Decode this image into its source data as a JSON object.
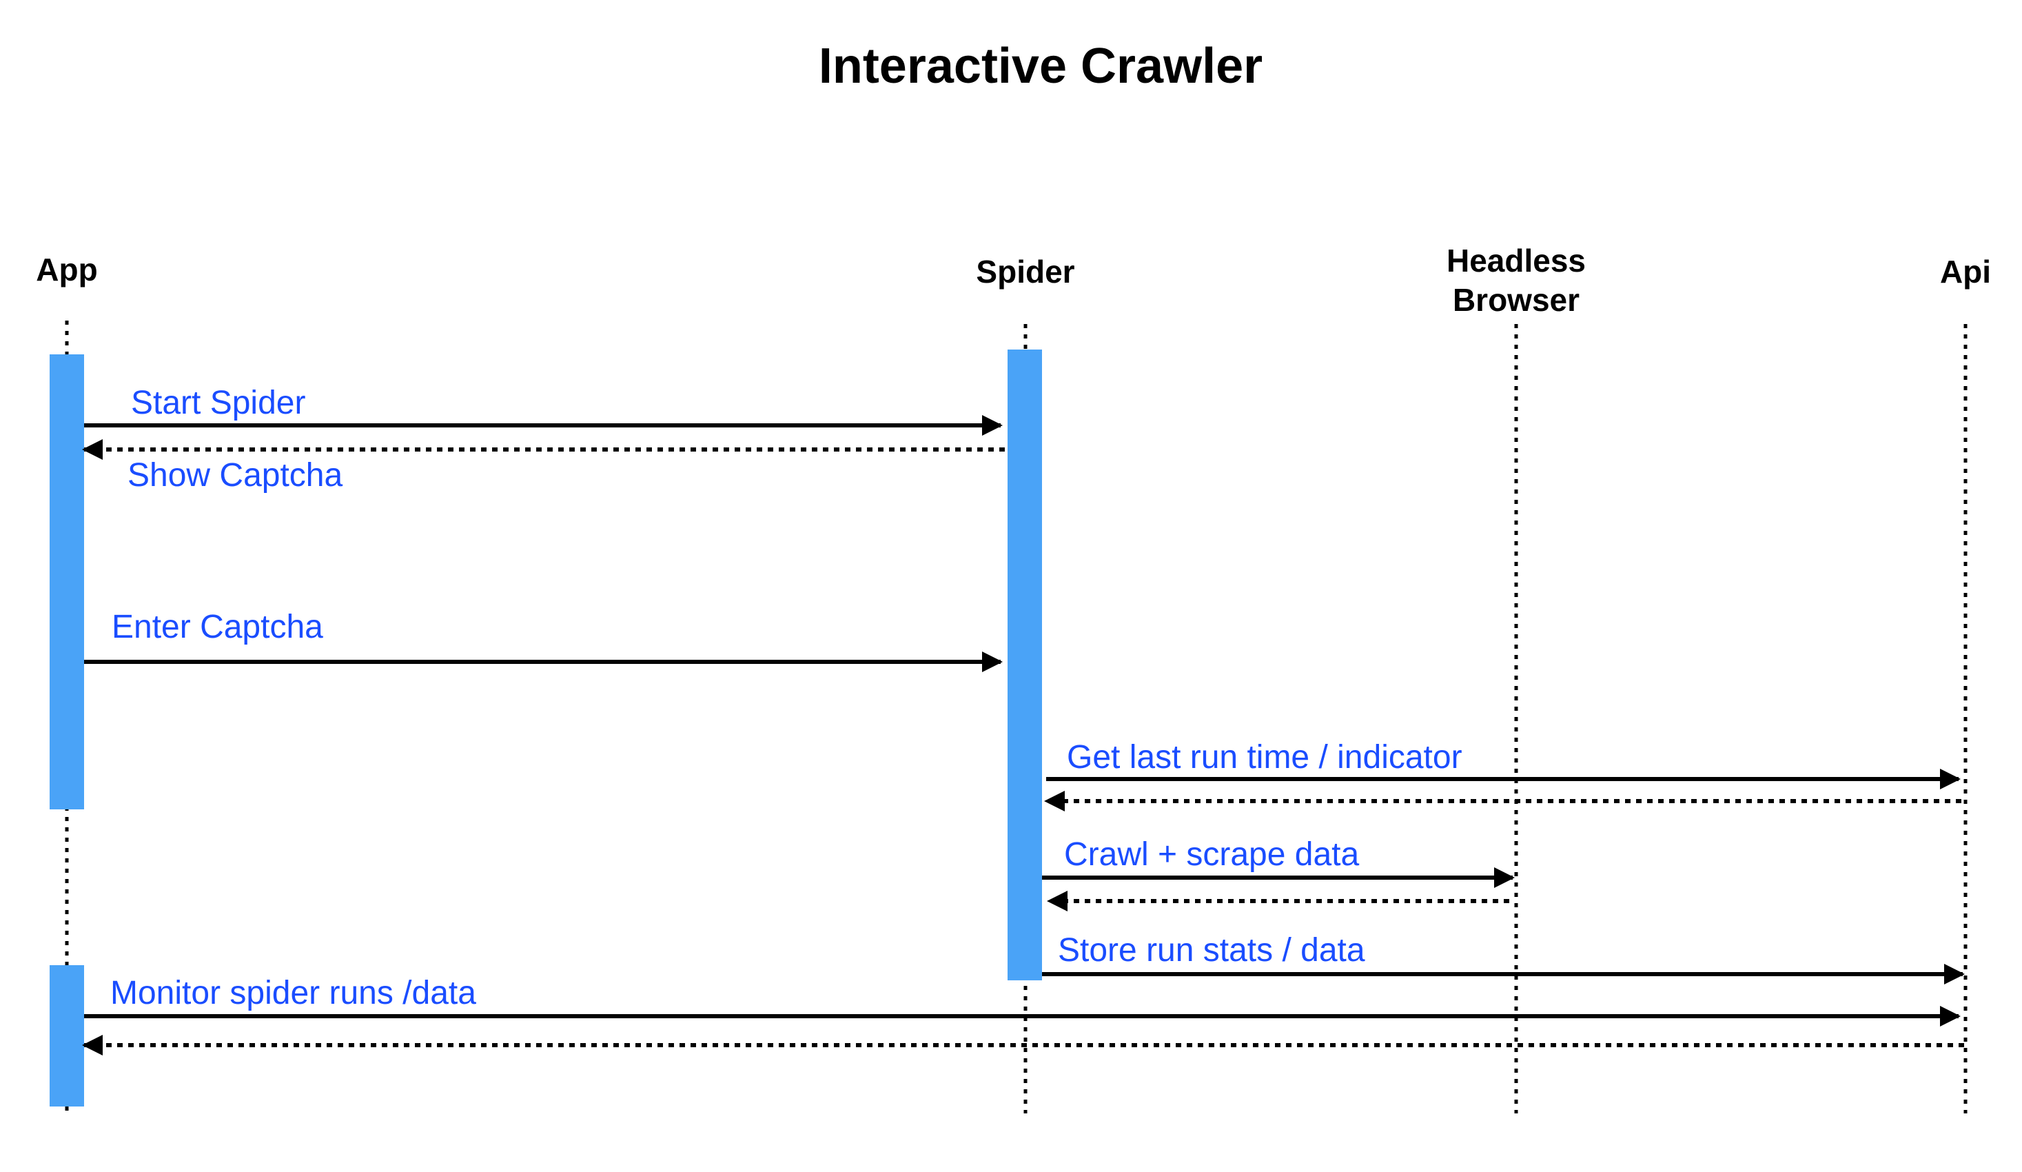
{
  "title": "Interactive Crawler",
  "participants": [
    {
      "id": "app",
      "label_lines": [
        "App"
      ]
    },
    {
      "id": "spider",
      "label_lines": [
        "Spider"
      ]
    },
    {
      "id": "headless",
      "label_lines": [
        "Headless",
        "Browser"
      ]
    },
    {
      "id": "api",
      "label_lines": [
        "Api"
      ]
    }
  ],
  "messages": [
    {
      "label": "Start Spider",
      "from": "app",
      "to": "spider",
      "kind": "call"
    },
    {
      "label": "Show Captcha",
      "from": "spider",
      "to": "app",
      "kind": "return"
    },
    {
      "label": "Enter Captcha",
      "from": "app",
      "to": "spider",
      "kind": "call"
    },
    {
      "label": "Get last run time / indicator",
      "from": "spider",
      "to": "api",
      "kind": "call"
    },
    {
      "label": "",
      "from": "api",
      "to": "spider",
      "kind": "return"
    },
    {
      "label": "Crawl + scrape data",
      "from": "spider",
      "to": "headless",
      "kind": "call"
    },
    {
      "label": "",
      "from": "headless",
      "to": "spider",
      "kind": "return"
    },
    {
      "label": "Store run stats / data",
      "from": "spider",
      "to": "api",
      "kind": "call"
    },
    {
      "label": "Monitor spider runs /data",
      "from": "app",
      "to": "api",
      "kind": "call"
    },
    {
      "label": "",
      "from": "api",
      "to": "app",
      "kind": "return"
    }
  ],
  "colors": {
    "activation": "#4aa3f7",
    "message_label": "#1a4dff",
    "line": "#000000"
  }
}
